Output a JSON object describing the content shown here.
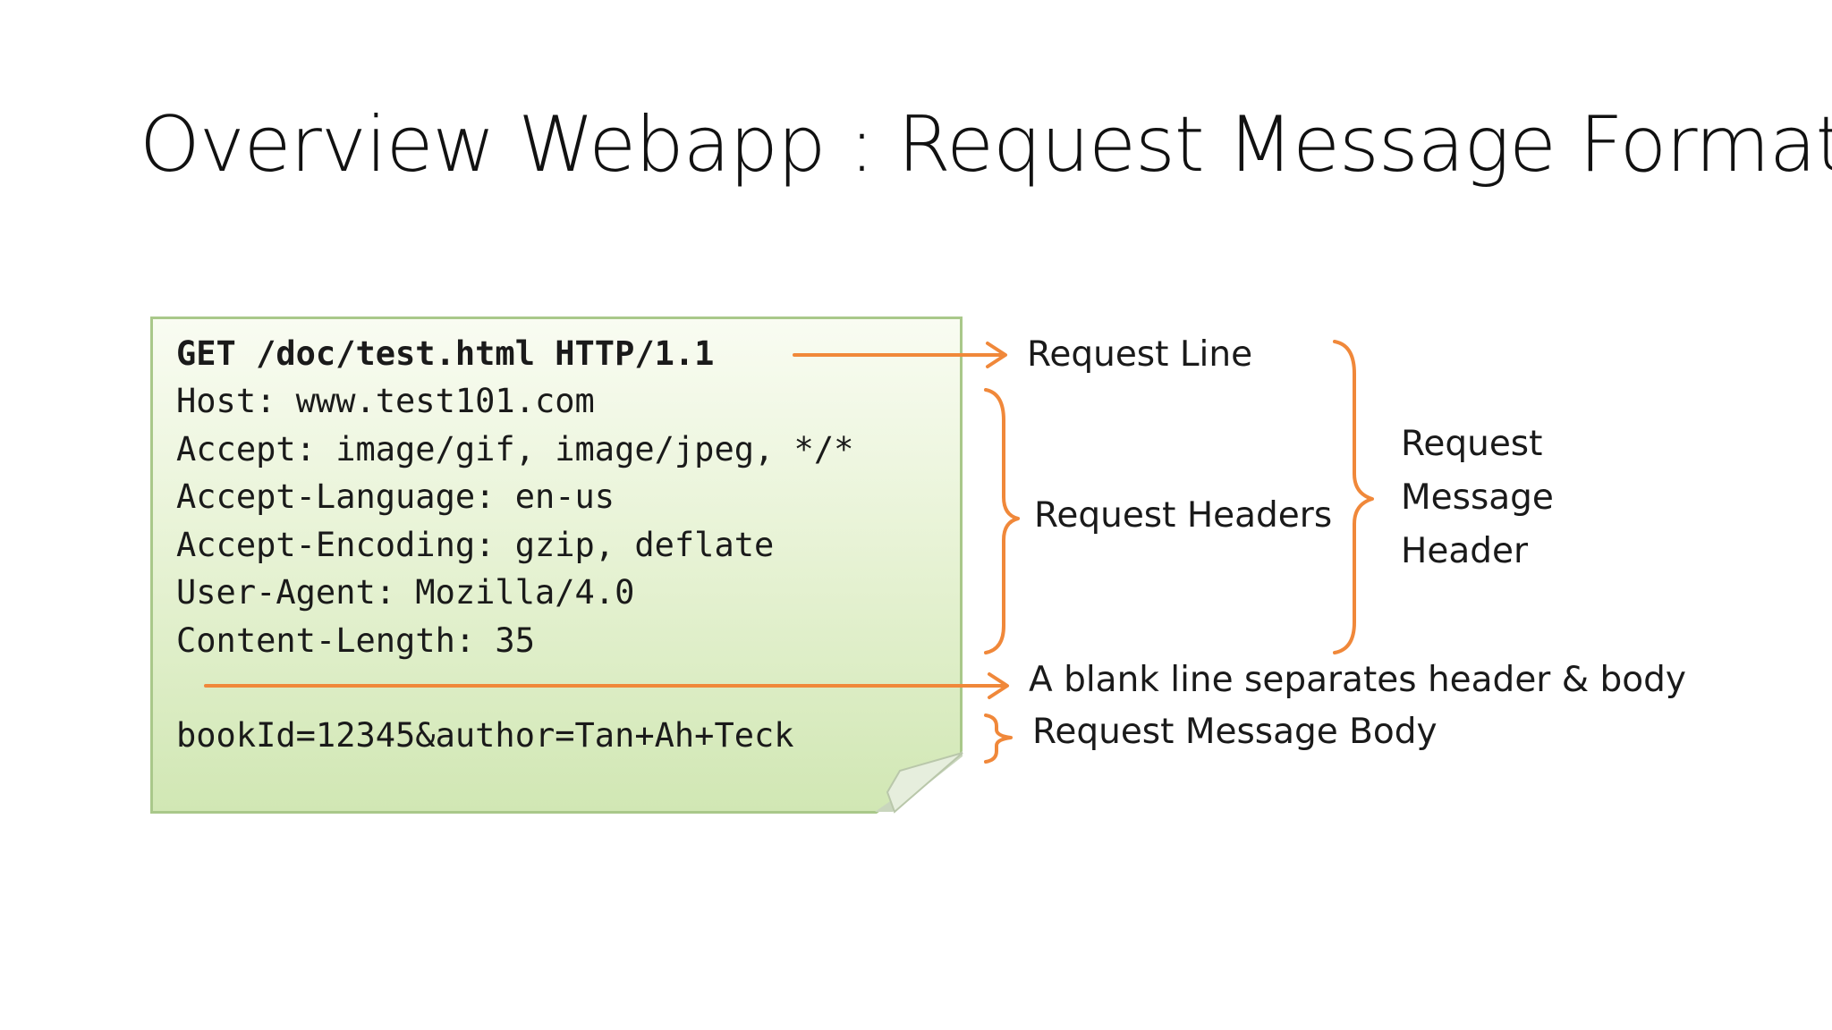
{
  "title": "Overview Webapp : Request Message Format",
  "request": {
    "line": "GET /doc/test.html HTTP/1.1",
    "headers": [
      "Host: www.test101.com",
      "Accept: image/gif, image/jpeg, */*",
      "Accept-Language: en-us",
      "Accept-Encoding: gzip, deflate",
      "User-Agent: Mozilla/4.0",
      "Content-Length: 35"
    ],
    "body": "bookId=12345&author=Tan+Ah+Teck"
  },
  "labels": {
    "request_line": "Request Line",
    "request_headers": "Request Headers",
    "message_header_1": "Request",
    "message_header_2": "Message",
    "message_header_3": "Header",
    "blank_line": "A blank line separates header & body",
    "message_body": "Request Message Body"
  },
  "colors": {
    "accent": "#f0883a",
    "note_fill": "#e3f0cf",
    "note_border": "#a9c88a"
  }
}
